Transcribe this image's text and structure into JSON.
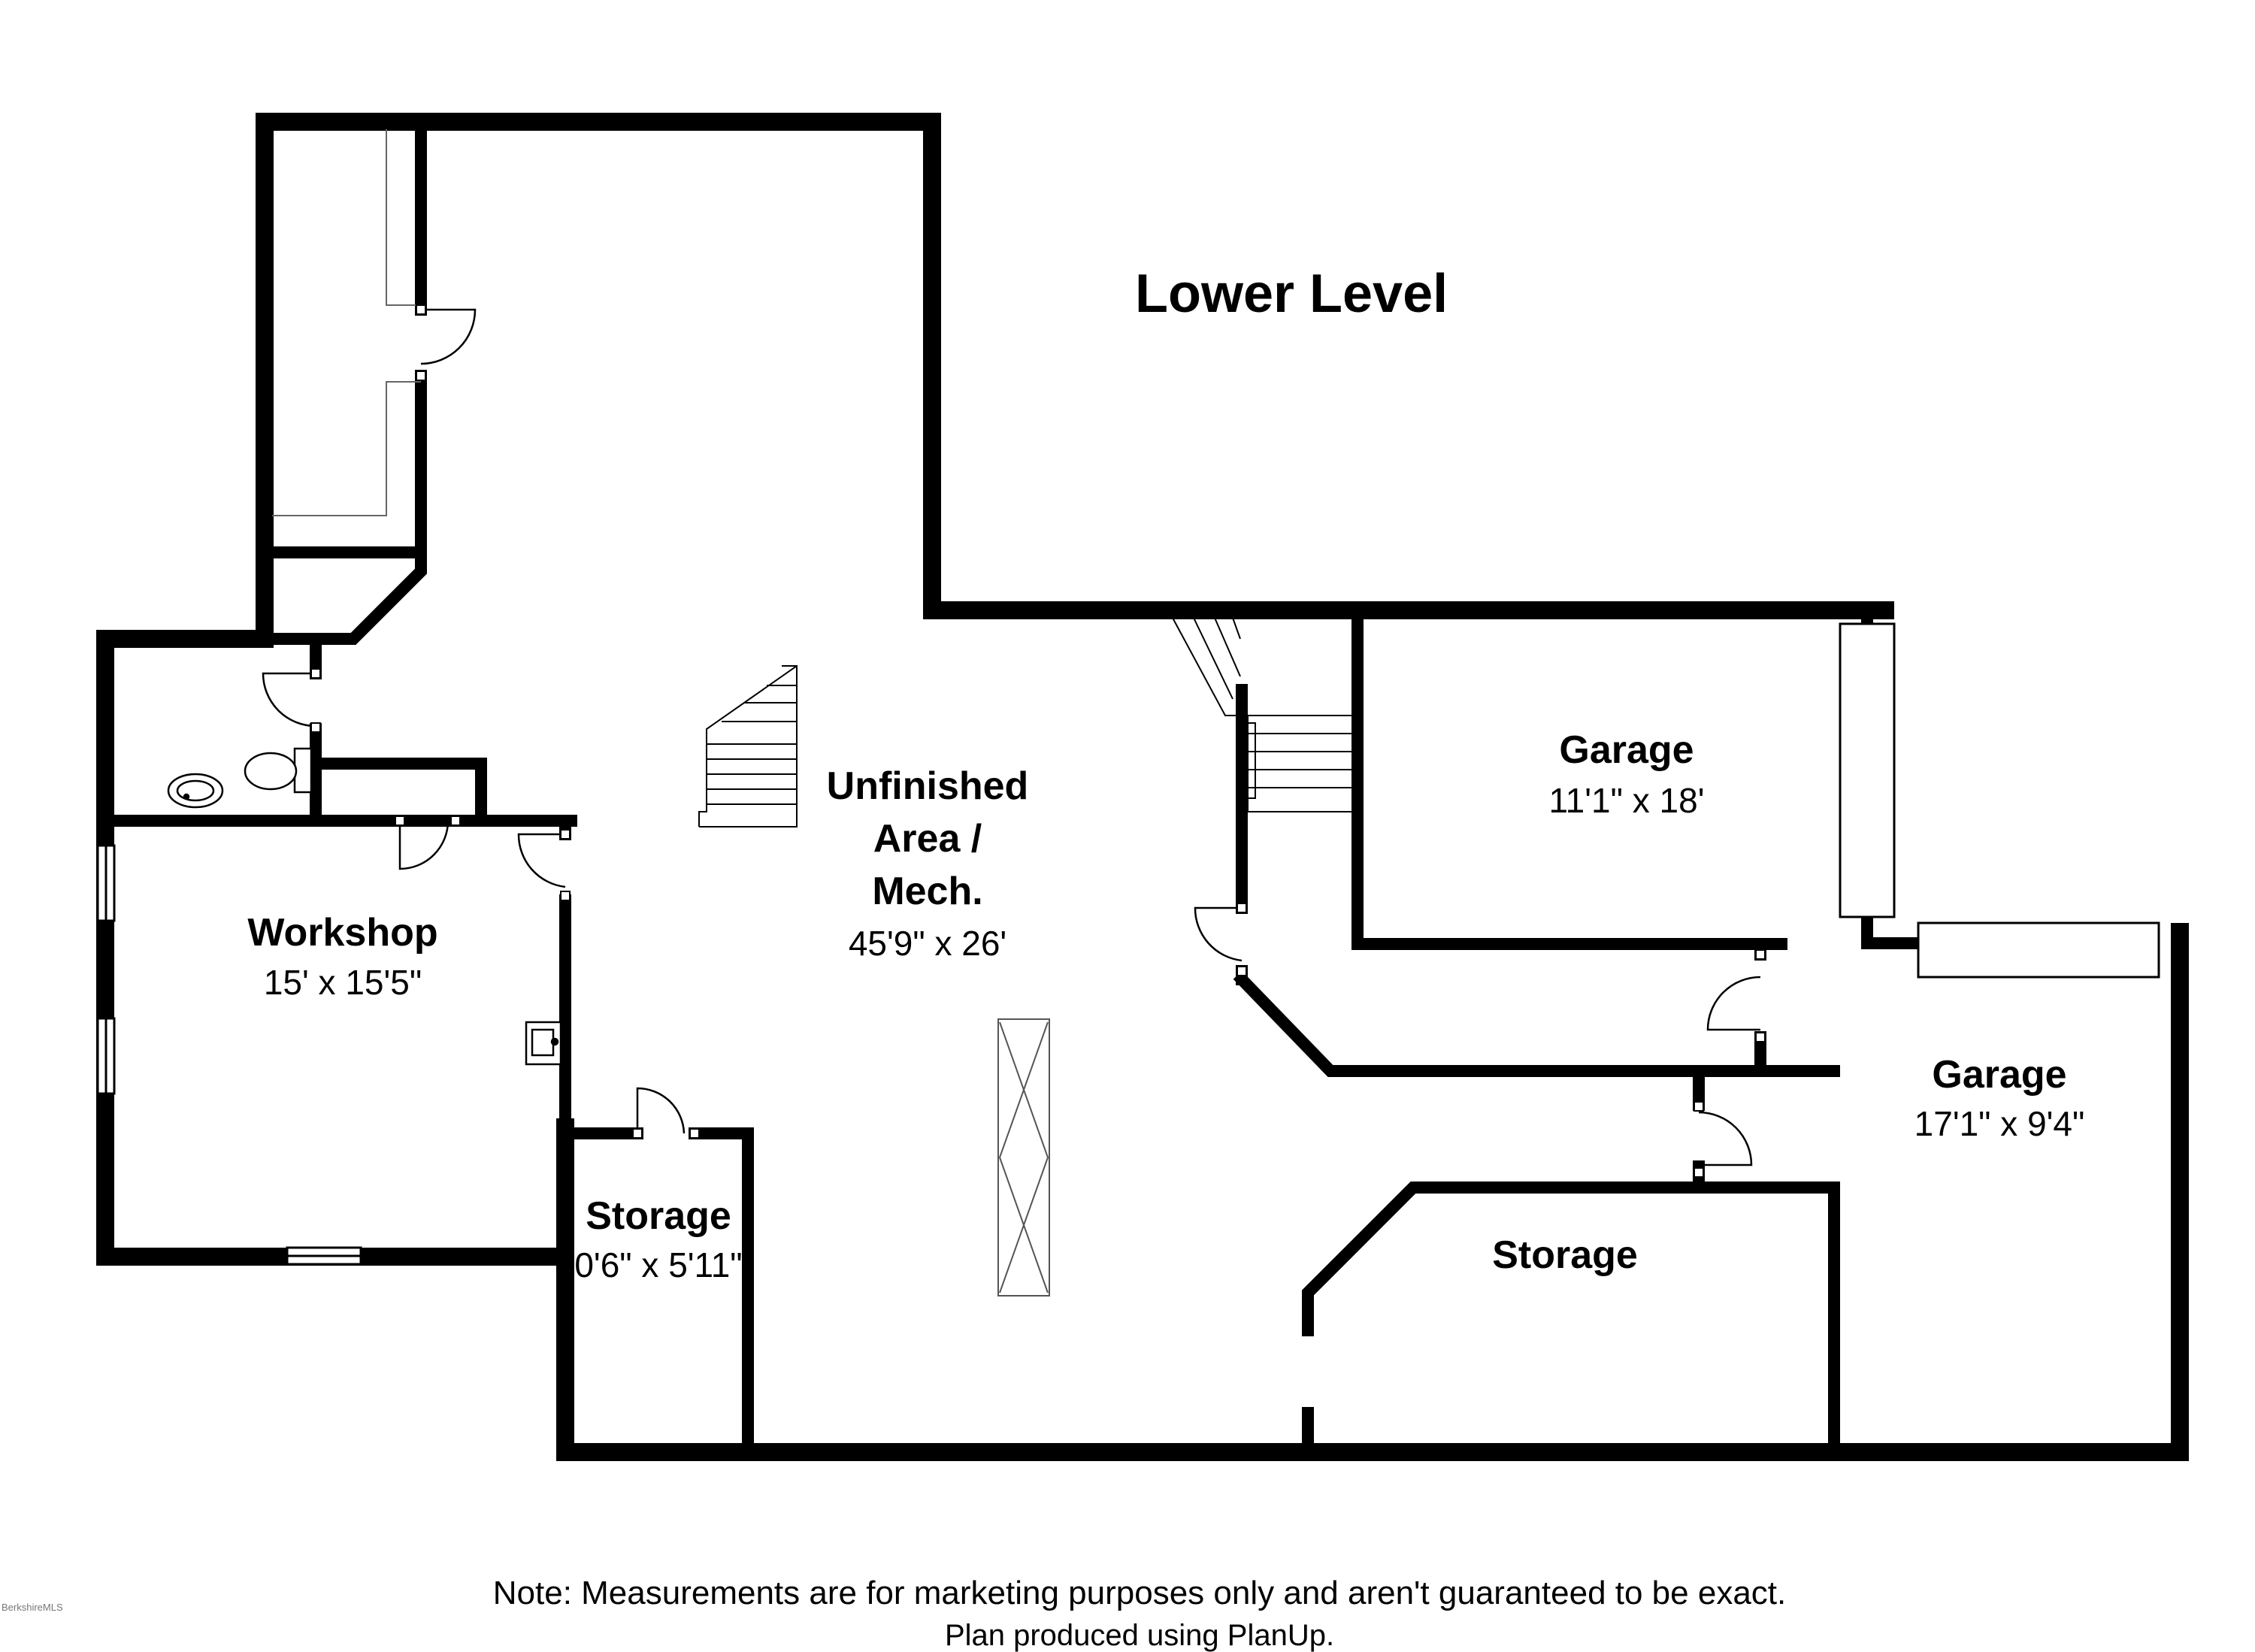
{
  "title": "Lower Level",
  "rooms": {
    "unfinished": {
      "name_line1": "Unfinished",
      "name_line2": "Area /",
      "name_line3": "Mech.",
      "dims": "45'9\" x 26'"
    },
    "workshop": {
      "name": "Workshop",
      "dims": "15' x 15'5\""
    },
    "storage_small": {
      "name": "Storage",
      "dims": "0'6\" x 5'11\""
    },
    "storage_large": {
      "name": "Storage"
    },
    "garage_upper": {
      "name": "Garage",
      "dims": "11'1\" x 18'"
    },
    "garage_right": {
      "name": "Garage",
      "dims": "17'1\" x 9'4\""
    }
  },
  "note": {
    "line1": "Note: Measurements are for marketing purposes only and aren't guaranteed to be exact.",
    "line2": "Plan produced using PlanUp."
  },
  "watermark": "BerkshireMLS",
  "colors": {
    "wall": "#000000",
    "background": "#ffffff",
    "fixture": "#555555"
  }
}
